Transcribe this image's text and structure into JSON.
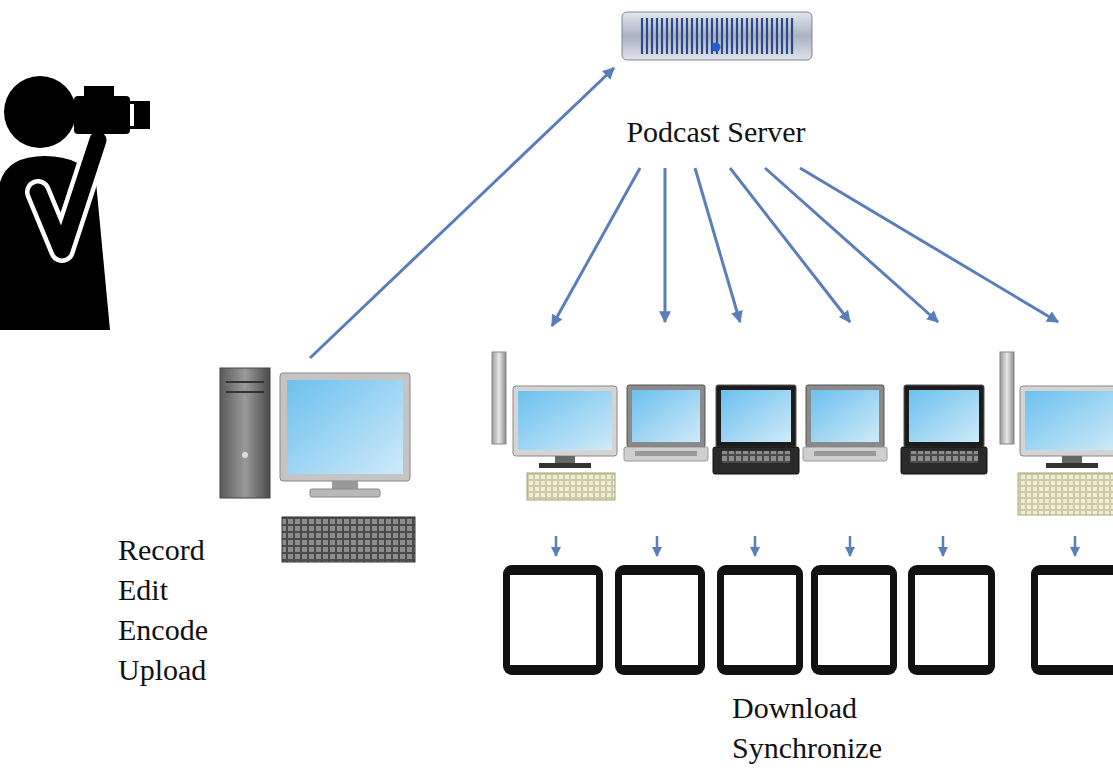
{
  "diagram": {
    "nodes": [
      {
        "text": [
          "Podcast Server"
        ]
      },
      {
        "text": [
          "Record Edit Encode Upload"
        ]
      }
    ],
    "edges": [
      {
        "from": 1,
        "to": 0,
        "arrow": "to"
      }
    ],
    "labels": [
      "Download Synchronize"
    ]
  }
}
